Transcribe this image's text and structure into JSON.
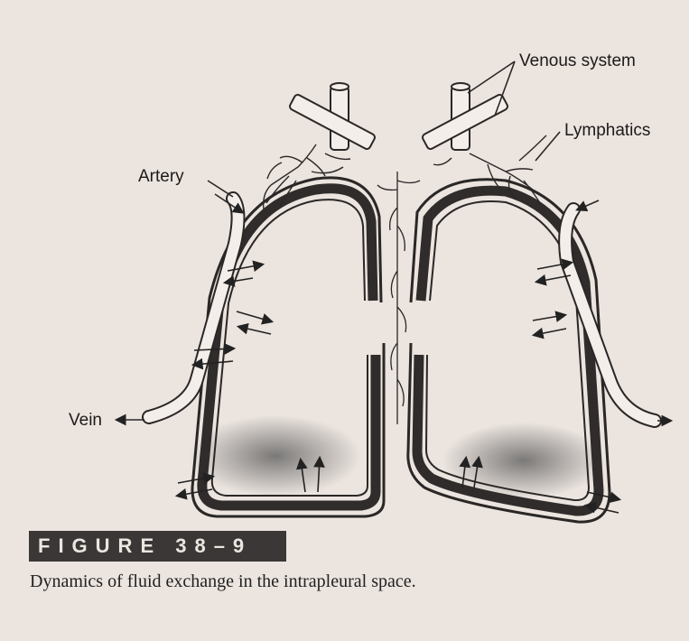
{
  "labels": {
    "venous_system": "Venous system",
    "lymphatics": "Lymphatics",
    "artery": "Artery",
    "vein": "Vein"
  },
  "figure": {
    "banner": "FIGURE 38–9",
    "caption": "Dynamics of fluid exchange in the intrapleural space."
  },
  "colors": {
    "paper": "#ebe4df",
    "ink": "#2a2726",
    "banner_bg": "#3a3736"
  }
}
